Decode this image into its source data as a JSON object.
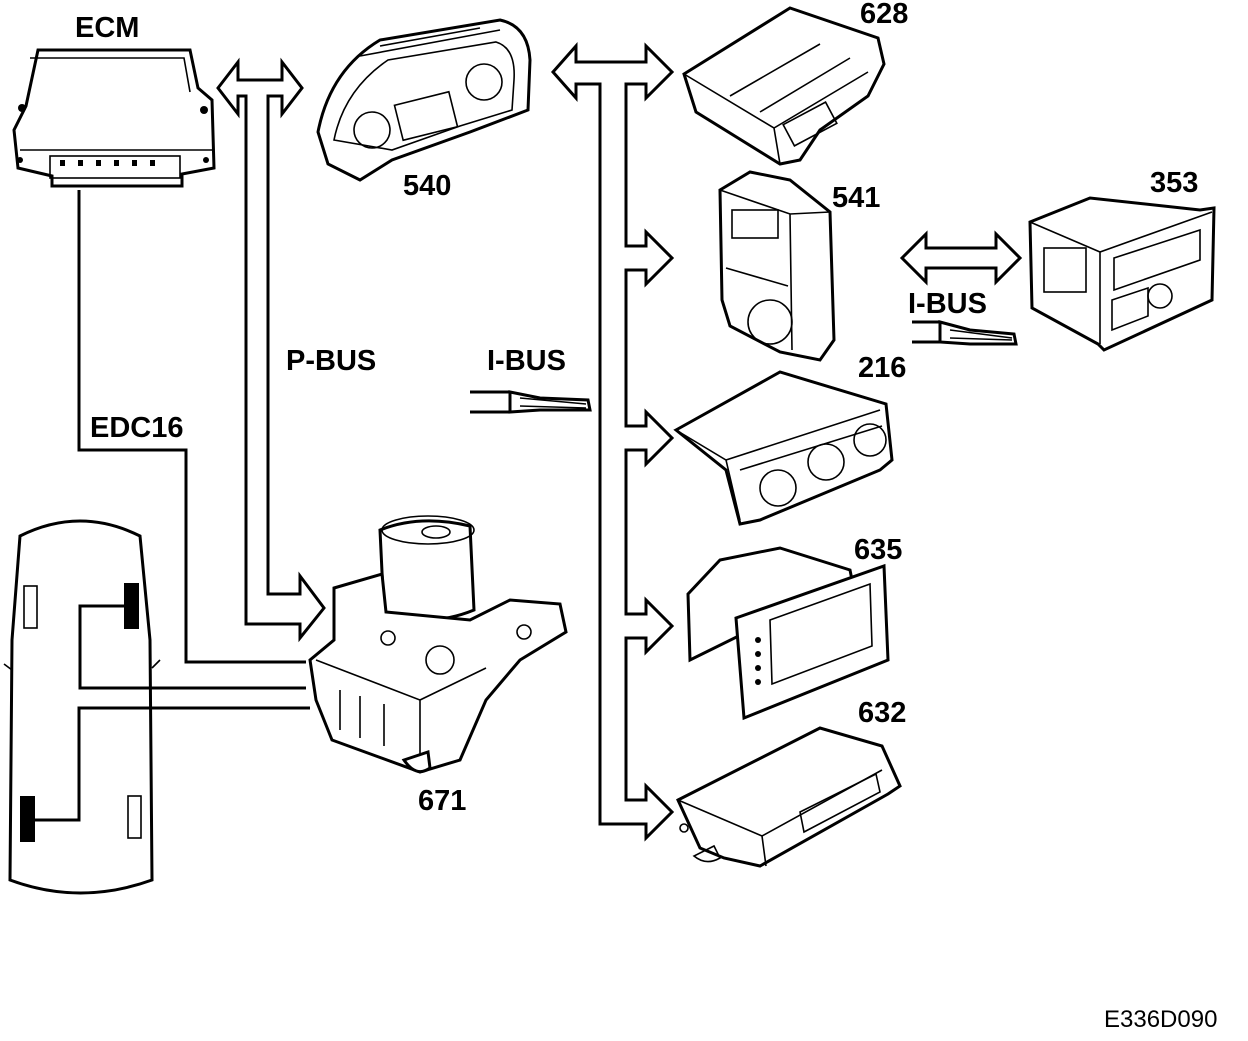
{
  "labels": {
    "ecm": "ECM",
    "edc16": "EDC16",
    "p_bus": "P-BUS",
    "i_bus_center": "I-BUS",
    "i_bus_right": "I-BUS",
    "ref_540": "540",
    "ref_671": "671",
    "ref_628": "628",
    "ref_541": "541",
    "ref_353": "353",
    "ref_216": "216",
    "ref_635": "635",
    "ref_632": "632",
    "figure_code": "E336D090"
  }
}
